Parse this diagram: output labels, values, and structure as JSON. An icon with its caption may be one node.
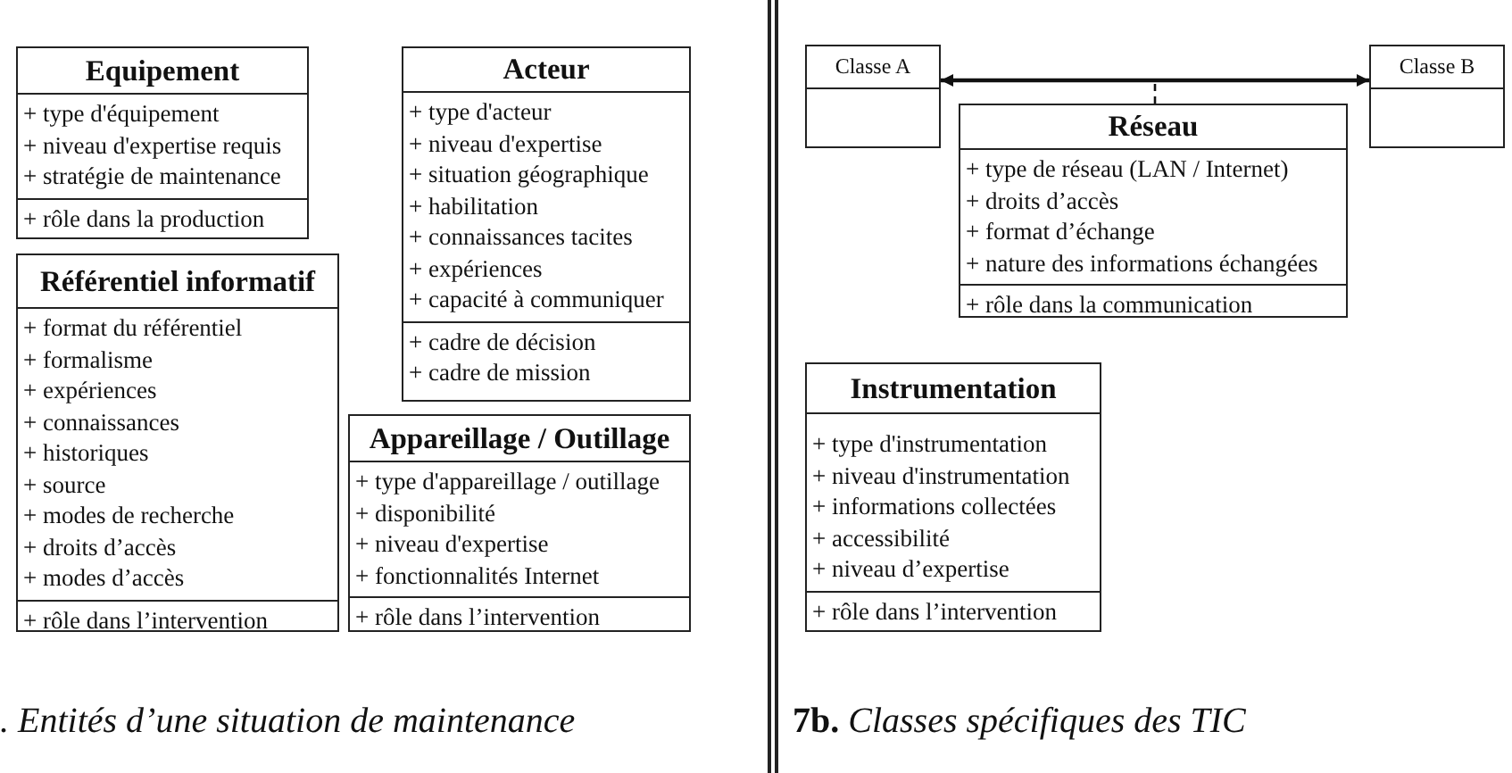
{
  "diagram": {
    "nodes": [
      {
        "text": [
          "Equipement",
          "+ type d'équipement",
          "+ niveau d'expertise requis",
          "+ stratégie de maintenance",
          "+ rôle dans la production"
        ]
      },
      {
        "text": [
          "Acteur",
          "+ type d'acteur",
          "+ niveau d'expertise",
          "+ situation géographique",
          "+ habilitation",
          "+ connaissances tacites",
          "+ expériences",
          "+ capacité à communiquer",
          "+ cadre de décision",
          "+ cadre de mission"
        ]
      },
      {
        "text": [
          "Référentiel informatif",
          "+ format du référentiel",
          "+ formalisme",
          "+ expériences",
          "+ connaissances",
          "+ historiques",
          "+ source",
          "+ modes de recherche",
          "+ droits d’accès",
          "+ modes d’accès",
          "+ rôle dans l’intervention"
        ]
      },
      {
        "text": [
          "Appareillage / Outillage",
          "+ type d'appareillage / outillage",
          "+ disponibilité",
          "+ niveau d'expertise",
          "+ fonctionnalités Internet",
          "+ rôle dans l’intervention"
        ]
      },
      {
        "text": [
          "Classe A"
        ]
      },
      {
        "text": [
          "Classe B"
        ]
      },
      {
        "text": [
          "Réseau",
          "+ type de réseau (LAN / Internet)",
          "+ droits d’accès",
          "+ format d’échange",
          "+ nature des informations échangées",
          "+ rôle dans la communication"
        ]
      },
      {
        "text": [
          "Instrumentation",
          "+ type d'instrumentation",
          "+ niveau d'instrumentation",
          "+ informations collectées",
          "+ accessibilité",
          "+ niveau d’expertise",
          "+ rôle dans l’intervention"
        ]
      }
    ],
    "edges": [
      {
        "from": 4,
        "to": 5,
        "arrow": "both"
      },
      {
        "from": 6,
        "to": null,
        "arrow": "none",
        "style": "dashed"
      }
    ],
    "labels": [
      ". Entités d’une situation de maintenance",
      "**7b.** Classes spécifiques des TIC"
    ]
  }
}
